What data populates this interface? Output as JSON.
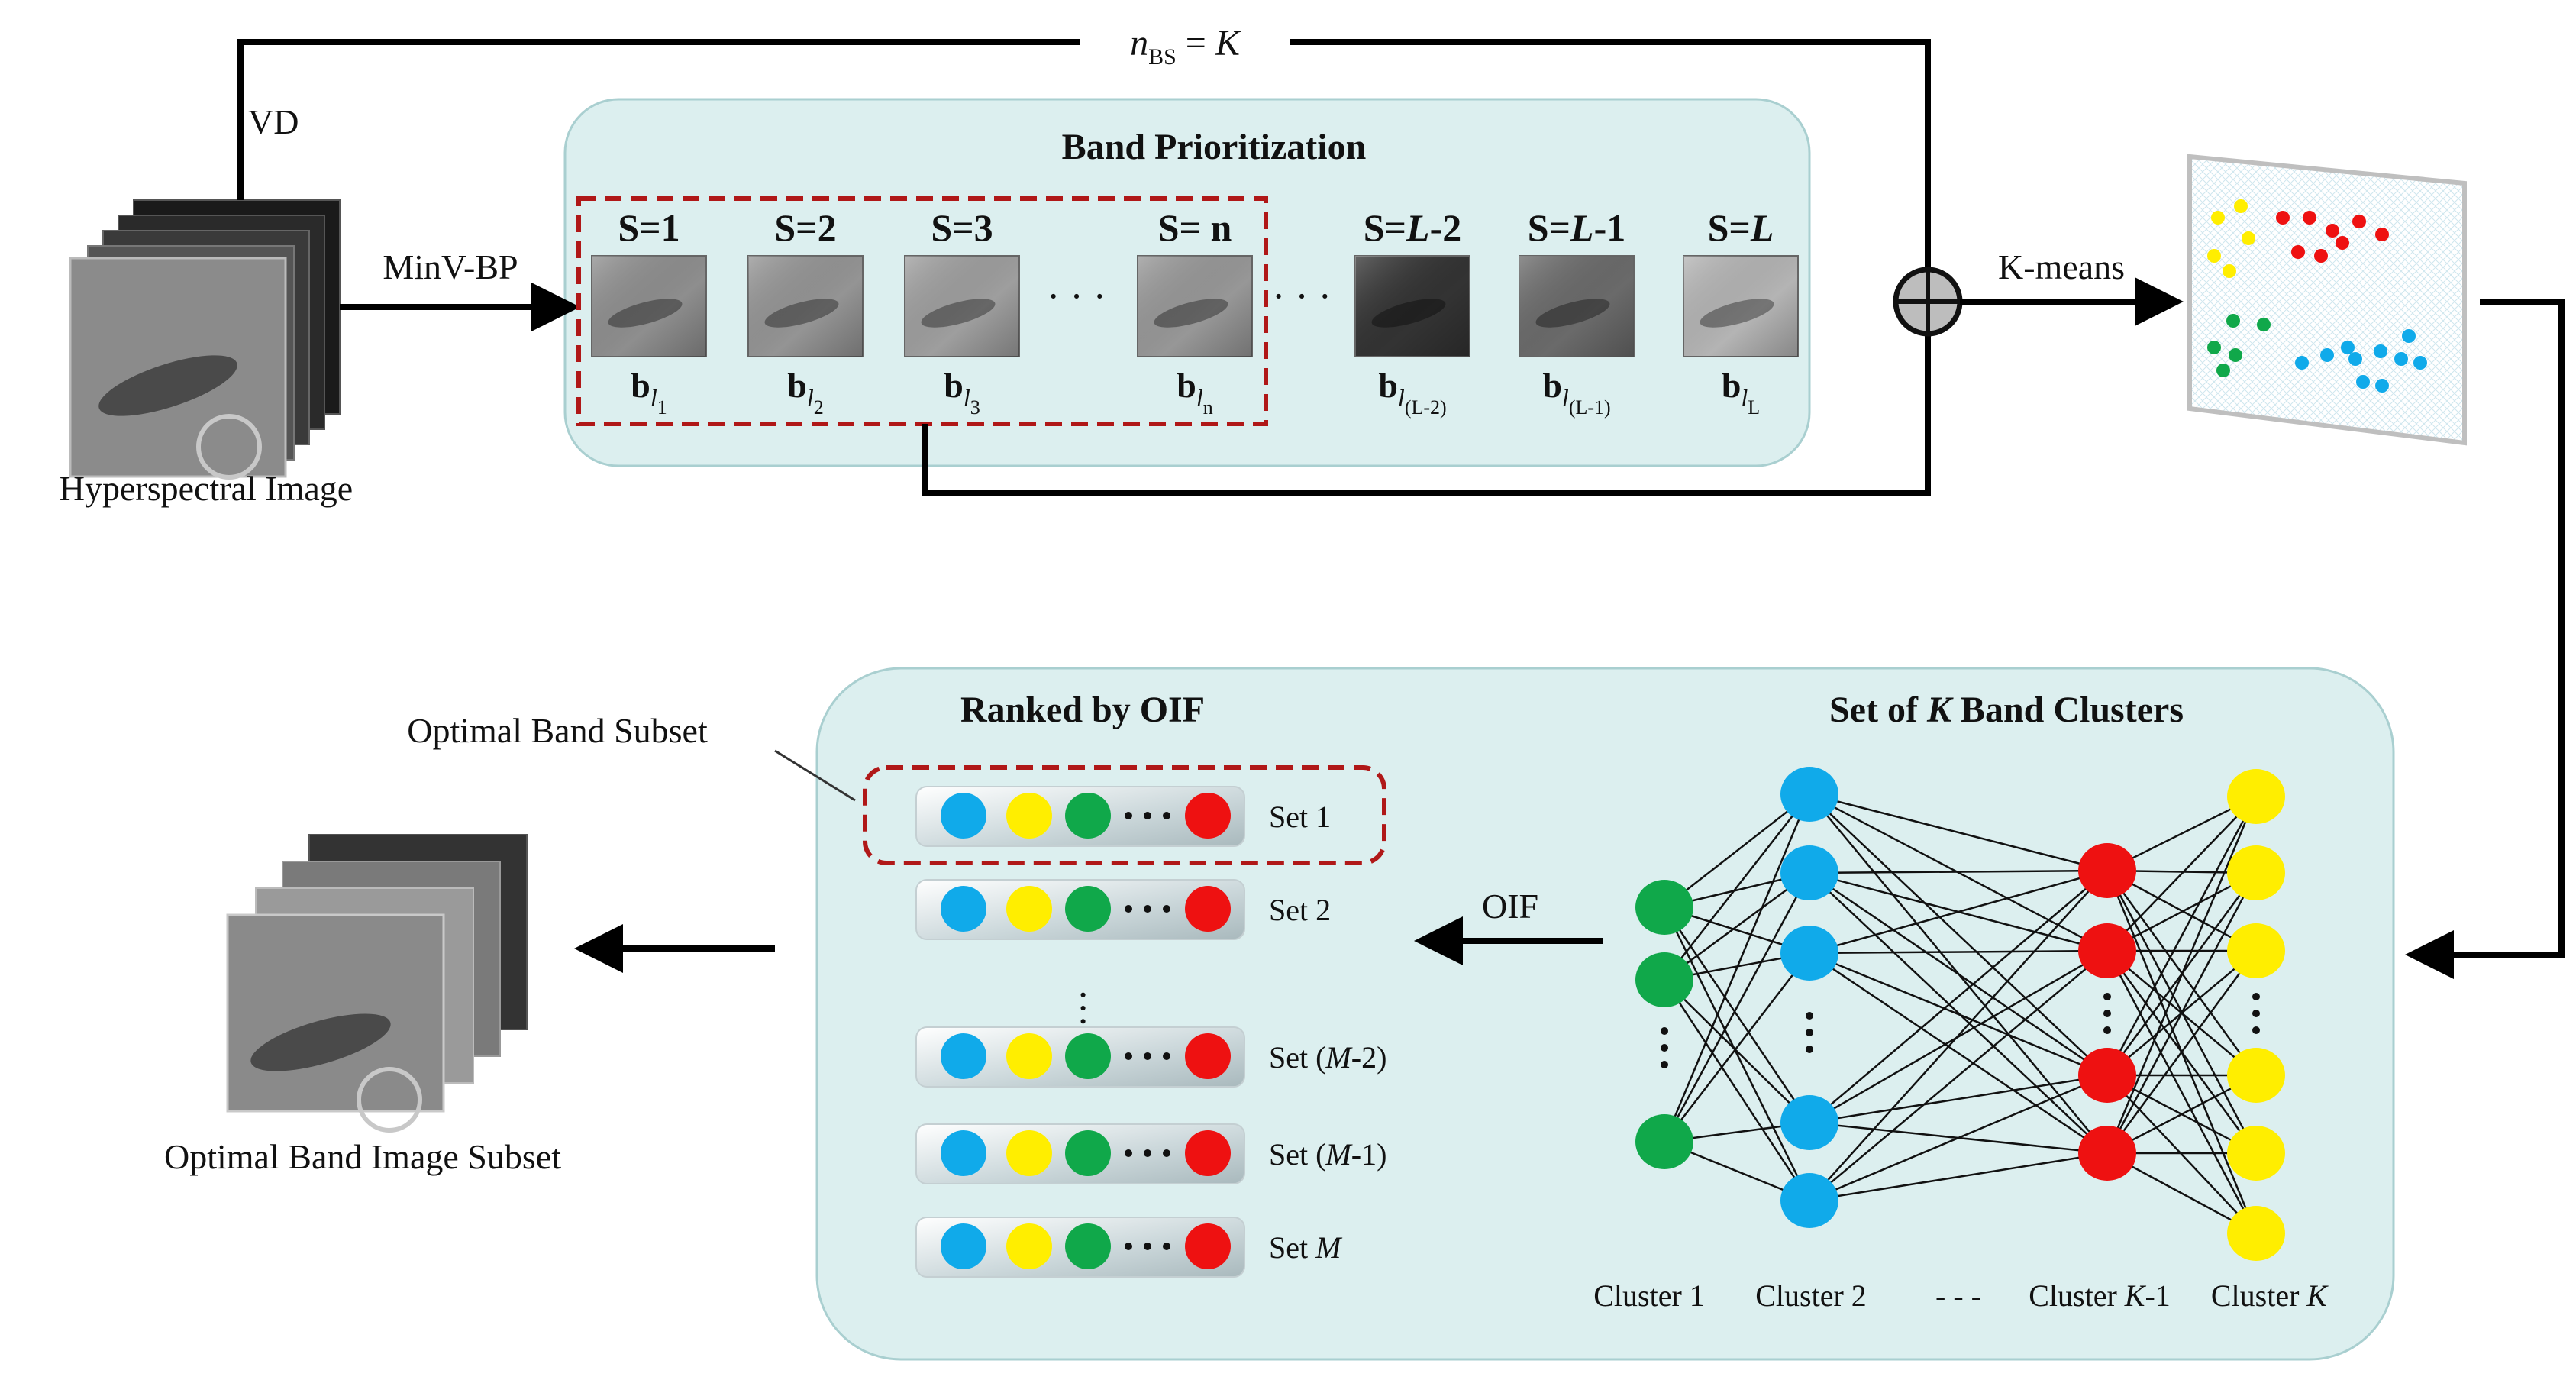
{
  "top": {
    "nbs_base": "n",
    "nbs_sub": "BS",
    "nbs_eq": " = ",
    "nbs_k": "K",
    "vd": "VD",
    "minv_bp": "MinV-BP",
    "hsi_label": "Hyperspectral Image",
    "panel_title": "Band Prioritization",
    "kmeans": "K-means"
  },
  "bands": [
    {
      "s_prefix": "S=",
      "s_value": "1",
      "s_italic": false,
      "s_suffix": "",
      "b": "b",
      "sub": "l",
      "subsub": "1",
      "brightness": "#8e8e8e"
    },
    {
      "s_prefix": "S=",
      "s_value": "2",
      "s_italic": false,
      "s_suffix": "",
      "b": "b",
      "sub": "l",
      "subsub": "2",
      "brightness": "#949494"
    },
    {
      "s_prefix": "S=",
      "s_value": "3",
      "s_italic": false,
      "s_suffix": "",
      "b": "b",
      "sub": "l",
      "subsub": "3",
      "brightness": "#9e9e9e"
    },
    {
      "s_prefix": "S= ",
      "s_value": "n",
      "s_italic": false,
      "s_suffix": "",
      "b": "b",
      "sub": "l",
      "subsub": "n",
      "brightness": "#979797"
    },
    {
      "s_prefix": "S=",
      "s_value": "L",
      "s_italic": true,
      "s_suffix": "-2",
      "b": "b",
      "sub": "l",
      "subsub": "(L-2)",
      "brightness": "#333333"
    },
    {
      "s_prefix": "S=",
      "s_value": "L",
      "s_italic": true,
      "s_suffix": "-1",
      "b": "b",
      "sub": "l",
      "subsub": "(L-1)",
      "brightness": "#6a6a6a"
    },
    {
      "s_prefix": "S=",
      "s_value": "L",
      "s_italic": true,
      "s_suffix": "",
      "b": "b",
      "sub": "l",
      "subsub": "L",
      "brightness": "#b4b4b4"
    }
  ],
  "ellipsis": "· · ·",
  "bottom": {
    "ranked_title": "Ranked by OIF",
    "clusters_title_prefix": "Set of ",
    "clusters_title_k": "K",
    "clusters_title_suffix": " Band Clusters",
    "optimal_subset": "Optimal Band Subset",
    "optimal_image": "Optimal Band Image Subset",
    "oif": "OIF",
    "sets": [
      {
        "prefix": "Set ",
        "italic": "",
        "suffix": "1"
      },
      {
        "prefix": "Set ",
        "italic": "",
        "suffix": "2"
      },
      {
        "prefix": "Set (",
        "italic": "M",
        "suffix": "-2)"
      },
      {
        "prefix": "Set (",
        "italic": "M",
        "suffix": "-1)"
      },
      {
        "prefix": "Set ",
        "italic": "M",
        "suffix": ""
      }
    ],
    "cluster_labels": [
      {
        "prefix": "Cluster 1",
        "italic": "",
        "suffix": ""
      },
      {
        "prefix": "Cluster 2",
        "italic": "",
        "suffix": ""
      },
      {
        "prefix": "Cluster ",
        "italic": "K",
        "suffix": "-1"
      },
      {
        "prefix": "Cluster ",
        "italic": "K",
        "suffix": ""
      }
    ],
    "cluster_dots": "- - -"
  },
  "colors": {
    "green": "#10a84a",
    "blue": "#10aaea",
    "yellow": "#ffee00",
    "red": "#ee1111",
    "panel_fill": "#dcefef",
    "panel_stroke": "#a9cfd0",
    "dash_red": "#b01818"
  }
}
